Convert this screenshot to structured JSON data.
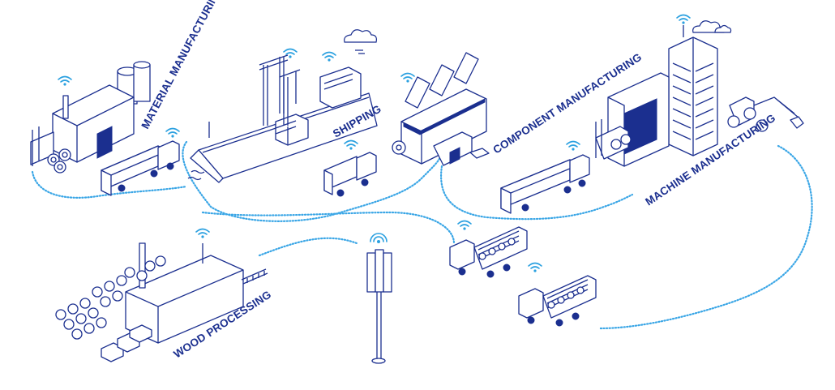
{
  "labels": {
    "material_manufacturing": "MATERIAL MANUFACTURING",
    "shipping": "SHIPPING",
    "component_manufacturing": "COMPONENT MANUFACTURING",
    "machine_manufacturing": "MACHINE MANUFACTURING",
    "wood_processing": "WOOD PROCESSING"
  },
  "colors": {
    "ink": "#1b2f8f",
    "signal": "#2aa0e0",
    "data_stream": "#3aa6e6",
    "background": "#ffffff"
  },
  "icons": [
    "wifi-icon",
    "cell-tower-icon",
    "cloud-icon",
    "truck-icon",
    "ship-icon",
    "factory-icon",
    "log-truck-icon",
    "crane-icon",
    "excavator-icon"
  ]
}
